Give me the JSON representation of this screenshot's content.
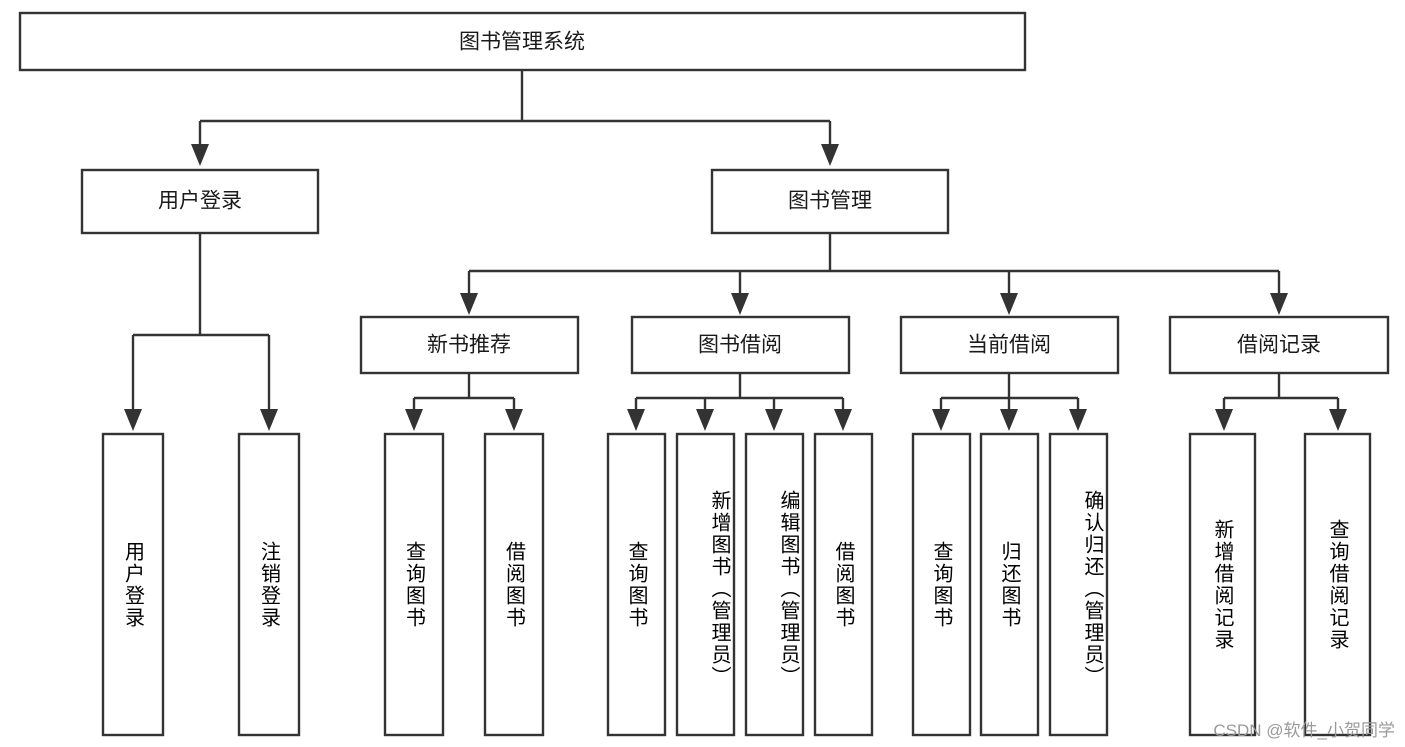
{
  "diagram": {
    "type": "hierarchy-tree",
    "title": "图书管理系统",
    "orientation": "top-down",
    "levels": 4,
    "root": {
      "id": "root",
      "label": "图书管理系统"
    },
    "level2": [
      {
        "id": "user-login",
        "label": "用户登录"
      },
      {
        "id": "book-management",
        "label": "图书管理"
      }
    ],
    "level3": [
      {
        "id": "new-book-recommend",
        "label": "新书推荐",
        "parent": "book-management"
      },
      {
        "id": "book-borrow",
        "label": "图书借阅",
        "parent": "book-management"
      },
      {
        "id": "current-borrow",
        "label": "当前借阅",
        "parent": "book-management"
      },
      {
        "id": "borrow-record",
        "label": "借阅记录",
        "parent": "book-management"
      }
    ],
    "leaves": {
      "user-login": [
        {
          "id": "leaf-user-login",
          "label": "用户登录"
        },
        {
          "id": "leaf-user-logout",
          "label": "注销登录"
        }
      ],
      "new-book-recommend": [
        {
          "id": "leaf-query-book-1",
          "label": "查询图书"
        },
        {
          "id": "leaf-borrow-book-1",
          "label": "借阅图书"
        }
      ],
      "book-borrow": [
        {
          "id": "leaf-query-book-2",
          "label": "查询图书"
        },
        {
          "id": "leaf-add-book",
          "label": "新增图书（管理员）"
        },
        {
          "id": "leaf-edit-book",
          "label": "编辑图书（管理员）"
        },
        {
          "id": "leaf-borrow-book-2",
          "label": "借阅图书"
        }
      ],
      "current-borrow": [
        {
          "id": "leaf-query-book-3",
          "label": "查询图书"
        },
        {
          "id": "leaf-return-book",
          "label": "归还图书"
        },
        {
          "id": "leaf-confirm-return",
          "label": "确认归还（管理员）"
        }
      ],
      "borrow-record": [
        {
          "id": "leaf-add-record",
          "label": "新增借阅记录"
        },
        {
          "id": "leaf-query-record",
          "label": "查询借阅记录"
        }
      ]
    }
  },
  "watermark": {
    "text": "CSDN @软件_小贺同学"
  },
  "colors": {
    "background": "#ffffff",
    "box_fill": "#ffffff",
    "box_stroke": "#333333",
    "text": "#1a1a1a",
    "watermark": "#9a9a9a"
  }
}
